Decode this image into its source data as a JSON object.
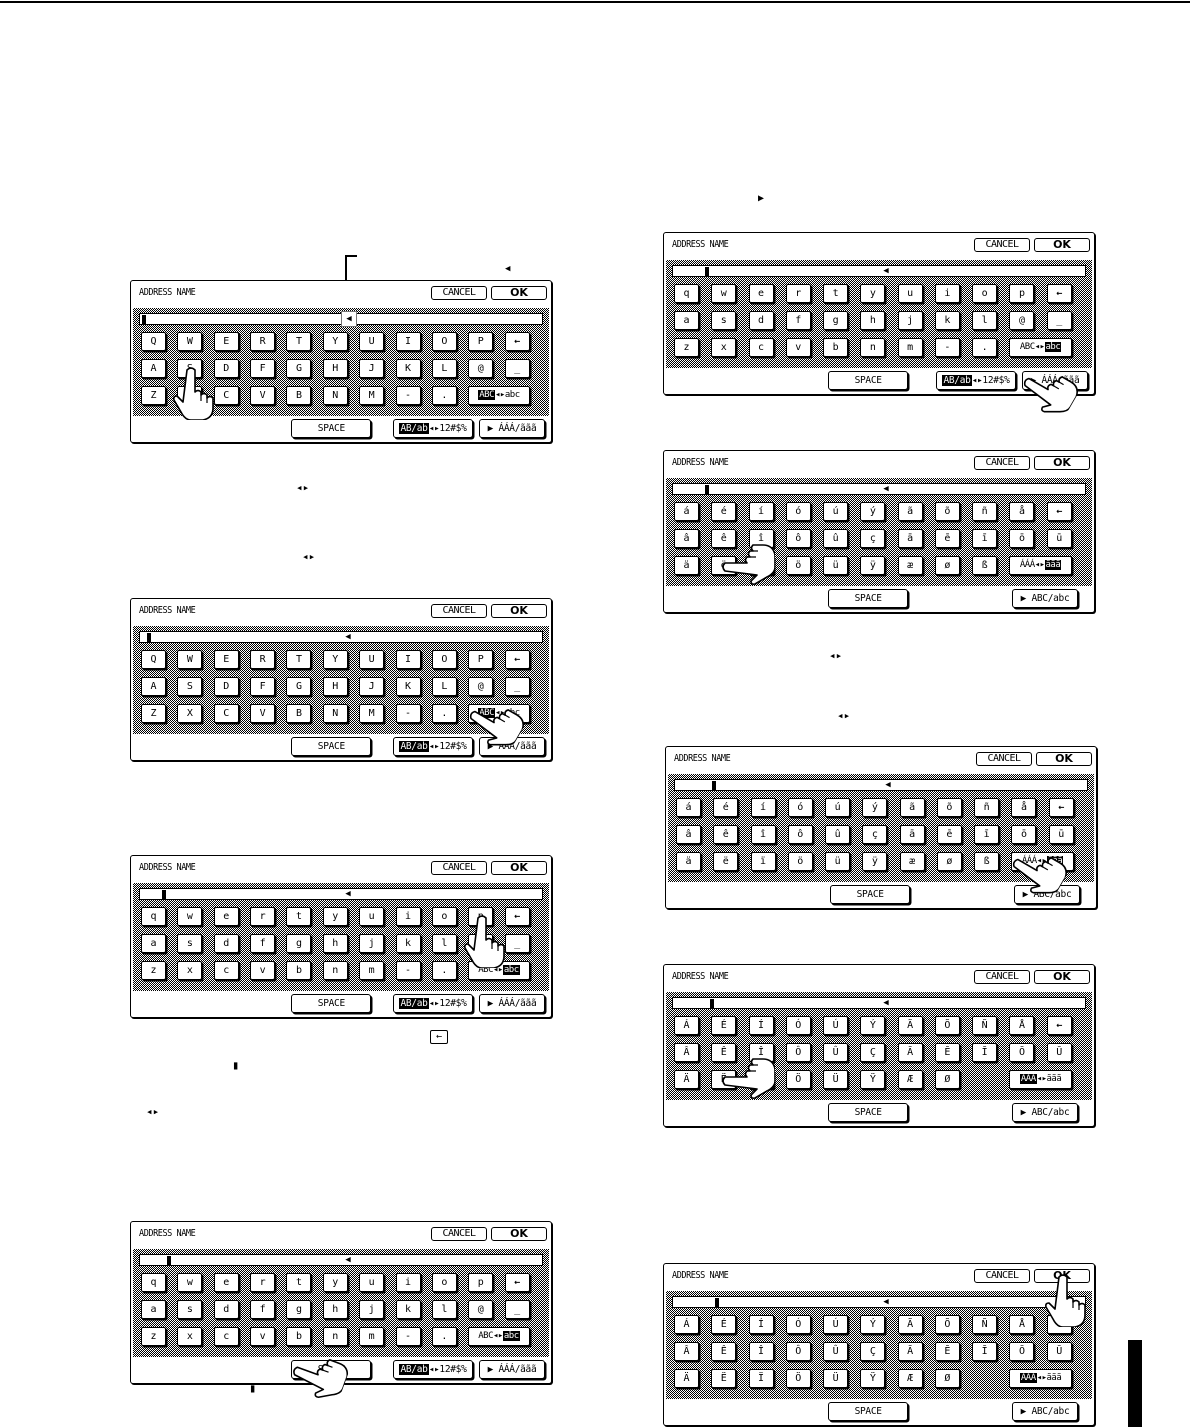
{
  "common": {
    "title": "ADDRESS NAME",
    "cancel": "CANCEL",
    "ok": "OK",
    "space": "SPACE",
    "backspace": "←",
    "field_marker": "◀"
  },
  "layouts": {
    "upper": [
      [
        "Q",
        "W",
        "E",
        "R",
        "T",
        "Y",
        "U",
        "I",
        "O",
        "P"
      ],
      [
        "A",
        "S",
        "D",
        "F",
        "G",
        "H",
        "J",
        "K",
        "L",
        "@",
        "_"
      ],
      [
        "Z",
        "X",
        "C",
        "V",
        "B",
        "N",
        "M",
        "-",
        "."
      ]
    ],
    "lower": [
      [
        "q",
        "w",
        "e",
        "r",
        "t",
        "y",
        "u",
        "i",
        "o",
        "p"
      ],
      [
        "a",
        "s",
        "d",
        "f",
        "g",
        "h",
        "j",
        "k",
        "l",
        "@",
        "_"
      ],
      [
        "z",
        "x",
        "c",
        "v",
        "b",
        "n",
        "m",
        "-",
        "."
      ]
    ],
    "accent_lower": [
      [
        "á",
        "é",
        "í",
        "ó",
        "ú",
        "ý",
        "ã",
        "õ",
        "ñ",
        "å"
      ],
      [
        "â",
        "ê",
        "î",
        "ô",
        "û",
        "ç",
        "ā",
        "ē",
        "ī",
        "ō",
        "ū"
      ],
      [
        "ä",
        "ë",
        "ï",
        "ö",
        "ü",
        "ÿ",
        "æ",
        "ø",
        "ß"
      ]
    ],
    "accent_upper": [
      [
        "Á",
        "É",
        "Í",
        "Ó",
        "Ú",
        "Ý",
        "Ã",
        "Õ",
        "Ñ",
        "Å"
      ],
      [
        "Â",
        "Ê",
        "Î",
        "Ô",
        "Û",
        "Ç",
        "Ā",
        "Ē",
        "Ī",
        "Ō",
        "Ū"
      ],
      [
        "Ä",
        "Ë",
        "Ï",
        "Ö",
        "Ü",
        "Ÿ",
        "Æ",
        "Ø"
      ]
    ]
  },
  "toggles": {
    "abc_left": "ABC",
    "abc_right": "abc",
    "acc_left": "ÁÁÁ",
    "acc_right": "ããã",
    "mode_left": "AB/ab",
    "mode_right": "12#$%",
    "arrows": "◂▸",
    "to_accent": "▶ ÁÁÁ/ããã",
    "to_abc": "▶ ABC/abc"
  },
  "panels": [
    {
      "layout": "upper",
      "shift_active": "left",
      "kind": "abc",
      "cursor_chars": 0,
      "hand_on": "S",
      "boxed_marker": true
    },
    {
      "layout": "upper",
      "shift_active": "left",
      "kind": "abc",
      "cursor_chars": 1,
      "hand_on": "shift"
    },
    {
      "layout": "lower",
      "shift_active": "right",
      "kind": "abc",
      "cursor_chars": 4,
      "hand_on": "p"
    },
    {
      "layout": "lower",
      "shift_active": "right",
      "kind": "abc",
      "cursor_chars": 5,
      "hand_on": "space"
    },
    {
      "layout": "lower",
      "shift_active": "right",
      "kind": "abc",
      "cursor_chars": 6,
      "hand_on": "to_accent"
    },
    {
      "layout": "accent_lower",
      "shift_active": "right",
      "kind": "accent",
      "cursor_chars": 6,
      "hand_on": "ë"
    },
    {
      "layout": "accent_lower",
      "shift_active": "right",
      "kind": "accent",
      "cursor_chars": 7,
      "hand_on": "shift"
    },
    {
      "layout": "accent_upper",
      "shift_active": "left",
      "kind": "accent",
      "cursor_chars": 7,
      "hand_on": "Ë"
    },
    {
      "layout": "accent_upper",
      "shift_active": "left",
      "kind": "accent",
      "cursor_chars": 8,
      "hand_on": "ok"
    }
  ],
  "inline_icons": {
    "right_arrow": "▶",
    "left_arrow": "◀",
    "lr_arrows": "◂▸",
    "backspace": "←",
    "cursor": "▮"
  }
}
